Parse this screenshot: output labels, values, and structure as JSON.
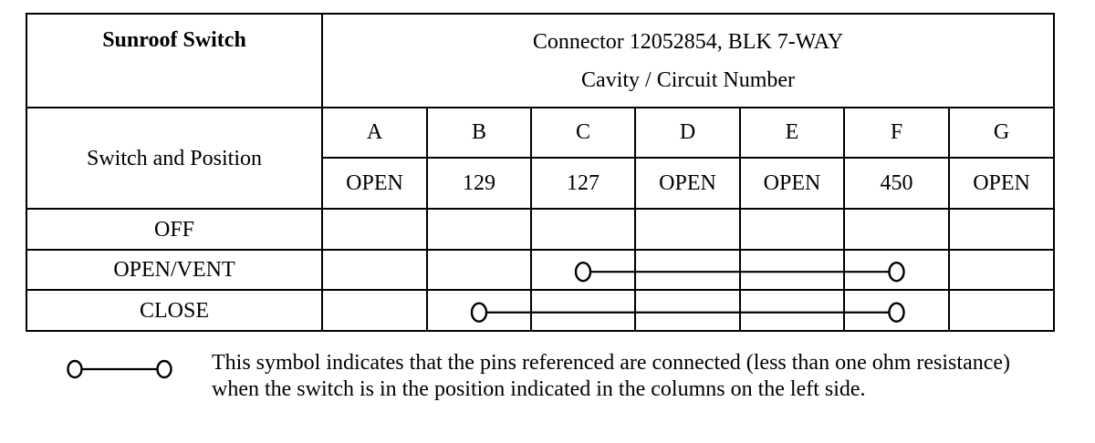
{
  "table": {
    "component_label": "Sunroof Switch",
    "connector_label": "Connector 12052854, BLK 7-WAY",
    "cavity_label": "Cavity / Circuit Number",
    "switch_position_label": "Switch and Position",
    "cavities": [
      {
        "letter": "A",
        "circuit": "OPEN"
      },
      {
        "letter": "B",
        "circuit": "129"
      },
      {
        "letter": "C",
        "circuit": "127"
      },
      {
        "letter": "D",
        "circuit": "OPEN"
      },
      {
        "letter": "E",
        "circuit": "OPEN"
      },
      {
        "letter": "F",
        "circuit": "450"
      },
      {
        "letter": "G",
        "circuit": "OPEN"
      }
    ],
    "positions": [
      {
        "label": "OFF",
        "connected": []
      },
      {
        "label": "OPEN/VENT",
        "connected": [
          "C",
          "F"
        ]
      },
      {
        "label": "CLOSE",
        "connected": [
          "B",
          "F"
        ]
      }
    ]
  },
  "legend": {
    "symbol": "connection-symbol",
    "text": "This symbol indicates that the pins referenced are connected (less than one ohm resistance) when the switch is in the position indicated in the columns on the left side."
  }
}
